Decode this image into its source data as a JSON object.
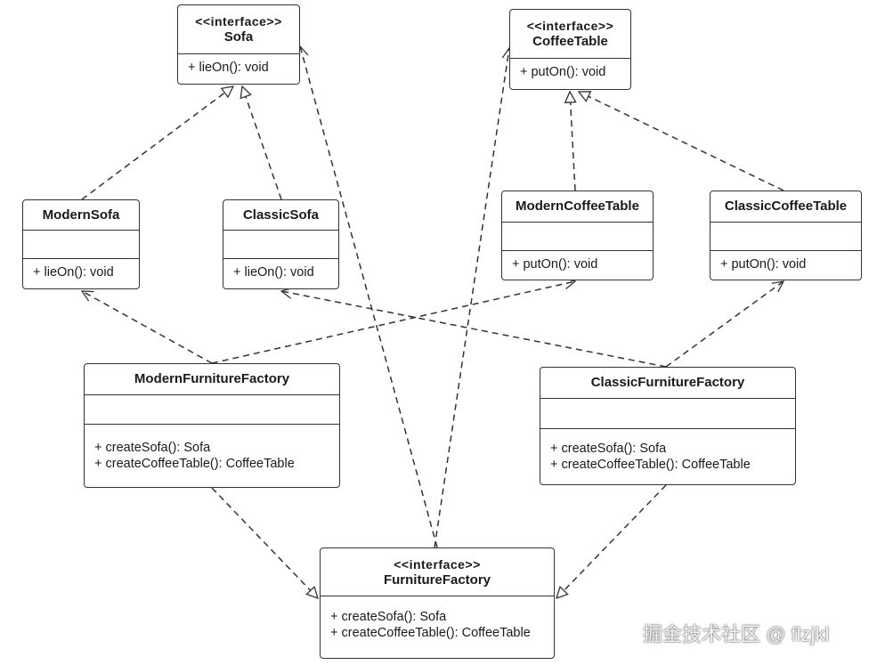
{
  "classes": {
    "sofa": {
      "stereotype": "<<interface>>",
      "name": "Sofa",
      "ops": [
        "+ lieOn(): void"
      ]
    },
    "coffeetable": {
      "stereotype": "<<interface>>",
      "name": "CoffeeTable",
      "ops": [
        "+ putOn(): void"
      ]
    },
    "modernsofa": {
      "name": "ModernSofa",
      "ops": [
        "+ lieOn(): void"
      ]
    },
    "classicsofa": {
      "name": "ClassicSofa",
      "ops": [
        "+ lieOn(): void"
      ]
    },
    "moderncoffeetable": {
      "name": "ModernCoffeeTable",
      "ops": [
        "+ putOn(): void"
      ]
    },
    "classiccoffeetable": {
      "name": "ClassicCoffeeTable",
      "ops": [
        "+ putOn(): void"
      ]
    },
    "modernfurniturefactory": {
      "name": "ModernFurnitureFactory",
      "ops": [
        "+ createSofa(): Sofa",
        "+ createCoffeeTable(): CoffeeTable"
      ]
    },
    "classicfurniturefactory": {
      "name": "ClassicFurnitureFactory",
      "ops": [
        "+ createSofa(): Sofa",
        "+ createCoffeeTable(): CoffeeTable"
      ]
    },
    "furniturefactory": {
      "stereotype": "<<interface>>",
      "name": "FurnitureFactory",
      "ops": [
        "+ createSofa(): Sofa",
        "+ createCoffeeTable(): CoffeeTable"
      ]
    }
  },
  "relations": [
    {
      "from": "modernsofa",
      "to": "sofa",
      "type": "realization"
    },
    {
      "from": "classicsofa",
      "to": "sofa",
      "type": "realization"
    },
    {
      "from": "moderncoffeetable",
      "to": "coffeetable",
      "type": "realization"
    },
    {
      "from": "classiccoffeetable",
      "to": "coffeetable",
      "type": "realization"
    },
    {
      "from": "modernfurniturefactory",
      "to": "furniturefactory",
      "type": "realization"
    },
    {
      "from": "classicfurniturefactory",
      "to": "furniturefactory",
      "type": "realization"
    },
    {
      "from": "furniturefactory",
      "to": "sofa",
      "type": "dependency"
    },
    {
      "from": "furniturefactory",
      "to": "coffeetable",
      "type": "dependency"
    },
    {
      "from": "modernfurniturefactory",
      "to": "modernsofa",
      "type": "dependency"
    },
    {
      "from": "modernfurniturefactory",
      "to": "moderncoffeetable",
      "type": "dependency"
    },
    {
      "from": "classicfurniturefactory",
      "to": "classicsofa",
      "type": "dependency"
    },
    {
      "from": "classicfurniturefactory",
      "to": "classiccoffeetable",
      "type": "dependency"
    }
  ],
  "watermark": "掘金技术社区 @ flzjkl"
}
